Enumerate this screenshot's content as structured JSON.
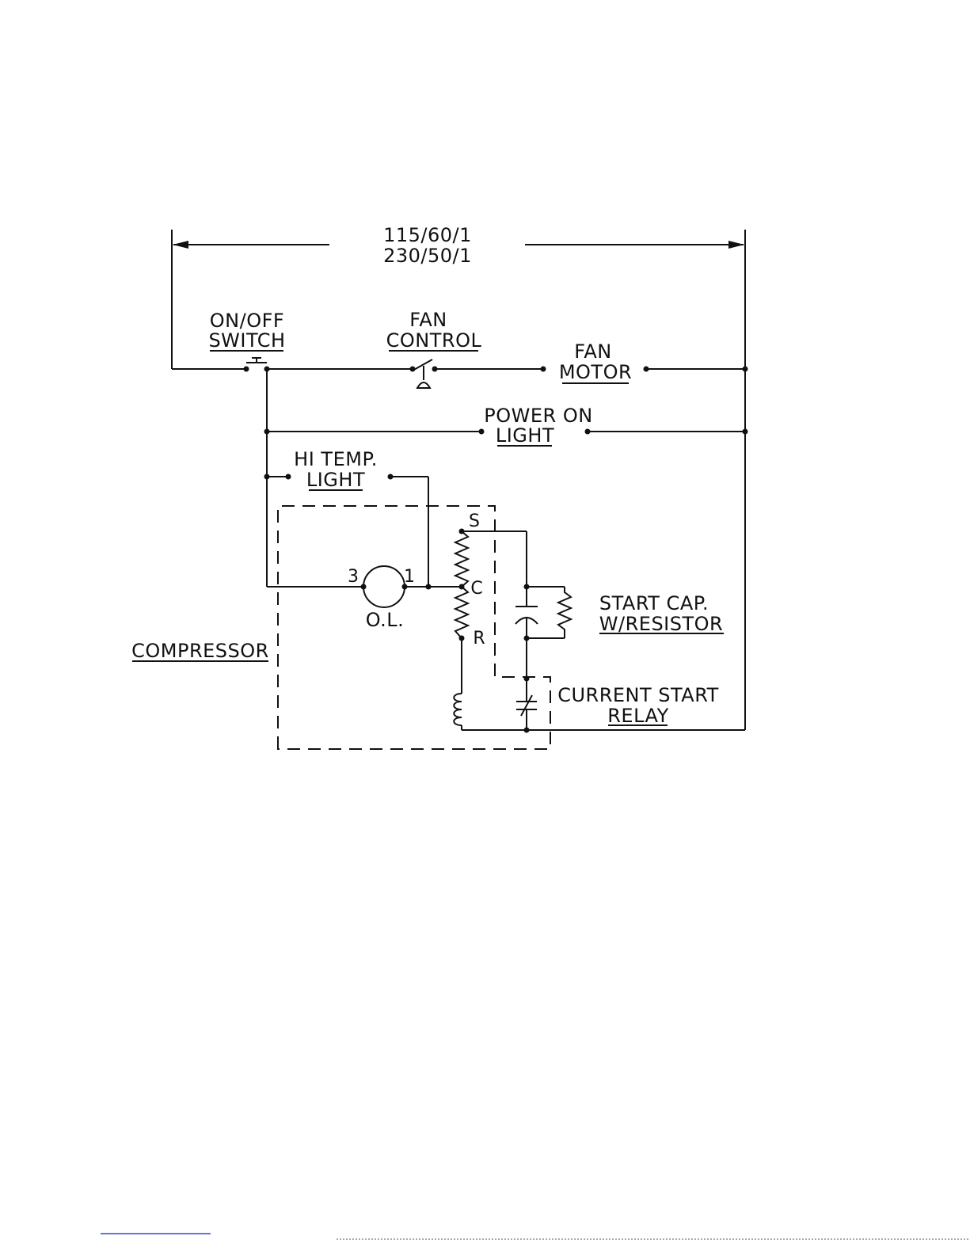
{
  "supply": {
    "line1": "115/60/1",
    "line2": "230/50/1"
  },
  "components": {
    "switch": {
      "line1": "ON/OFF",
      "line2": "SWITCH"
    },
    "fan_control": {
      "line1": "FAN",
      "line2": "CONTROL"
    },
    "fan_motor": {
      "line1": "FAN",
      "line2": "MOTOR"
    },
    "power_light": {
      "line1": "POWER  ON",
      "line2": "LIGHT"
    },
    "hi_temp_light": {
      "line1": "HI  TEMP.",
      "line2": "LIGHT"
    },
    "overload": {
      "label": "O.L.",
      "pin_left": "3",
      "pin_right": "1"
    },
    "compressor": {
      "label": "COMPRESSOR",
      "terminal_s": "S",
      "terminal_c": "C",
      "terminal_r": "R"
    },
    "start_cap": {
      "line1": "START  CAP.",
      "line2": "W/RESISTOR"
    },
    "relay": {
      "line1": "CURRENT  START",
      "line2": "RELAY"
    }
  },
  "colors": {
    "ink": "#111111",
    "background": "#ffffff"
  }
}
